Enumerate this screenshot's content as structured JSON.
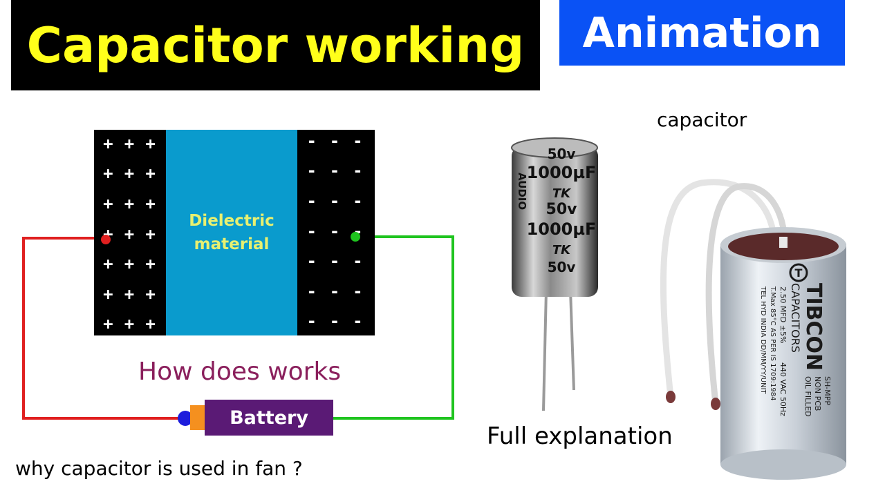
{
  "header": {
    "title": "Capacitor working",
    "badge": "Animation"
  },
  "diagram": {
    "dielectric_line1": "Dielectric",
    "dielectric_line2": "material",
    "positive_symbol": "+",
    "negative_symbol": "-",
    "caption": "How does works",
    "battery_label": "Battery",
    "wire_colors": {
      "positive": "#e02020",
      "negative": "#1fc41f"
    }
  },
  "photos": {
    "electrolytic_markings": [
      "50v",
      "1000µF",
      "TK",
      "50v",
      "1000µF",
      "TK",
      "50v"
    ],
    "electrolytic_side": "AUDIO",
    "run_capacitor_brand": "TIBCON",
    "run_capacitor_markings": [
      "CAPACITORS",
      "SH-MPP",
      "NON PCB",
      "OIL FILLED",
      "2.50 MFD ±5%",
      "440 VAC 50Hz",
      "T.Max 85°C AS PER IS 1709:1984",
      "TEL HYD INDIA DD/MM/YY/UNIT"
    ]
  },
  "texts": {
    "capacitor_label": "capacitor",
    "full_explanation": "Full explanation",
    "question": "why capacitor is used in fan ?"
  }
}
